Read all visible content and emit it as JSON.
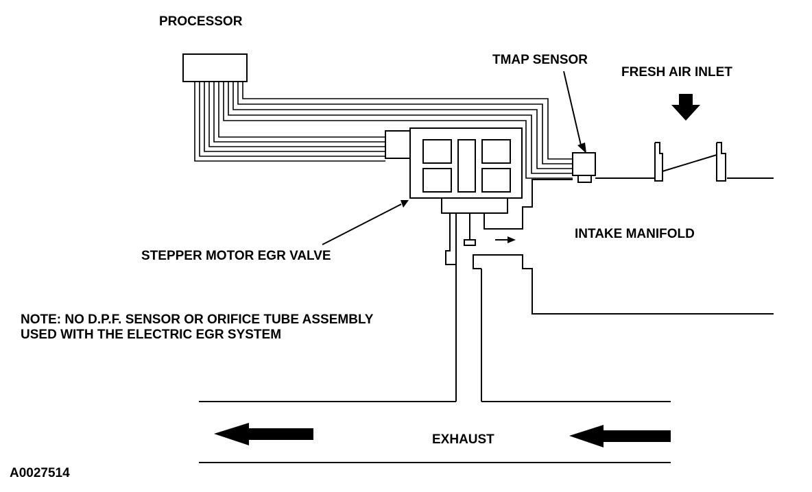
{
  "labels": {
    "processor": "PROCESSOR",
    "tmap_sensor": "TMAP SENSOR",
    "fresh_air_inlet": "FRESH AIR INLET",
    "stepper_motor_egr_valve": "STEPPER MOTOR EGR VALVE",
    "intake_manifold": "INTAKE MANIFOLD",
    "note_line1": "NOTE: NO D.P.F. SENSOR OR ORIFICE TUBE ASSEMBLY",
    "note_line2": "USED WITH THE ELECTRIC EGR SYSTEM",
    "exhaust": "EXHAUST",
    "figure_id": "A0027514"
  },
  "colors": {
    "ink": "#000000",
    "paper": "#ffffff"
  }
}
